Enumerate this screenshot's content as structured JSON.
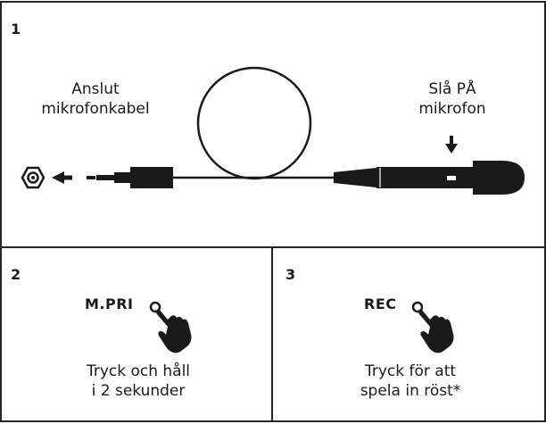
{
  "panel1": {
    "number": "1",
    "left_label": [
      "Anslut",
      "mikrofonkabel"
    ],
    "right_label": [
      "Slå PÅ",
      "mikrofon"
    ]
  },
  "panel2": {
    "number": "2",
    "button_label": "M.PRI",
    "caption": [
      "Tryck och håll",
      "i 2 sekunder"
    ]
  },
  "panel3": {
    "number": "3",
    "button_label": "REC",
    "caption": [
      "Tryck för att",
      "spela in röst*"
    ]
  },
  "icons": [
    "hex-nut-jack-icon",
    "arrow-left-icon",
    "plug-icon",
    "coiled-cable-icon",
    "microphone-icon",
    "arrow-down-icon",
    "power-switch-icon",
    "pointing-hand-icon"
  ]
}
